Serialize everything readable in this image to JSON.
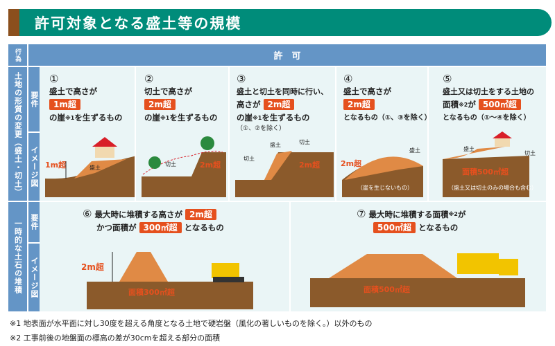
{
  "title": "許可対象となる盛土等の規模",
  "header": {
    "action_label": "行為",
    "permit_label": "許　可"
  },
  "row_labels": {
    "land_change": "土地の形質の変更（盛土・切土）",
    "temp_storage": "一時的な土石の堆積",
    "requirement": "要件",
    "image": "イメージ図"
  },
  "cases": [
    {
      "num": "①",
      "pre": "盛土で高さが",
      "badge": "1m超",
      "post": "の崖",
      "note": "※1",
      "post2": "を生ずるもの",
      "img_labels": [
        "1m超",
        "盛土"
      ]
    },
    {
      "num": "②",
      "pre": "切土で高さが",
      "badge": "2m超",
      "post": "の崖",
      "note": "※1",
      "post2": "を生ずるもの",
      "img_labels": [
        "切土",
        "2m超"
      ]
    },
    {
      "num": "③",
      "pre": "盛土と切土を同時に行い、",
      "pre2": "高さが",
      "badge": "2m超",
      "post": "の崖",
      "note": "※1",
      "post2": "を生ずるもの",
      "extra": "（①、②を除く）",
      "img_labels": [
        "盛土",
        "切土",
        "切土",
        "2m超"
      ]
    },
    {
      "num": "④",
      "pre": "盛土で高さが",
      "badge": "2m超",
      "post2": "となるもの（①、③を除く）",
      "img_labels": [
        "2m超",
        "盛土",
        "（崖を生じないもの）"
      ]
    },
    {
      "num": "⑤",
      "pre": "盛土又は切土をする土地の",
      "pre2": "面積",
      "note": "※2",
      "pre3": "が",
      "badge": "500㎡超",
      "post2": "となるもの（①～④を除く）",
      "img_labels": [
        "盛土",
        "切土",
        "面積500㎡超",
        "（盛土又は切土のみの場合も含む）"
      ]
    },
    {
      "num": "⑥",
      "pre": "最大時に堆積する高さが",
      "badge": "2m超",
      "pre2": "かつ面積が",
      "badge2": "300㎡超",
      "post2": "となるもの",
      "img_labels": [
        "2m超",
        "面積300㎡超"
      ]
    },
    {
      "num": "⑦",
      "pre": "最大時に堆積する面積",
      "note": "※2",
      "pre3": "が",
      "badge": "500㎡超",
      "post2": "となるもの",
      "img_labels": [
        "面積500㎡超"
      ]
    }
  ],
  "footnotes": [
    "※1 地表面が水平面に対し30度を超える角度となる土地で硬岩盤（風化の著しいものを除く。）以外のもの",
    "※2 工事前後の地盤面の標高の差が30cmを超える部分の面積"
  ],
  "colors": {
    "title_bg": "#008c7a",
    "header_bg": "#6495c6",
    "badge": "#e5501e",
    "soil": "#8b5a2b",
    "fill": "#e08a45"
  }
}
